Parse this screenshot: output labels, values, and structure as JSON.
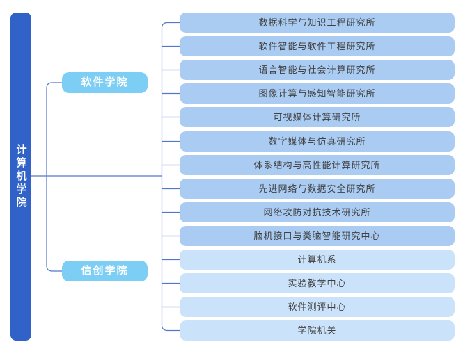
{
  "diagram": {
    "root": "计算机学院",
    "branch_nodes": [
      {
        "label": "软件学院"
      },
      {
        "label": "信创学院"
      }
    ],
    "leaf_nodes": [
      {
        "label": "数据科学与知识工程研究所"
      },
      {
        "label": "软件智能与软件工程研究所"
      },
      {
        "label": "语言智能与社会计算研究所"
      },
      {
        "label": "图像计算与感知智能研究所"
      },
      {
        "label": "可视媒体计算研究所"
      },
      {
        "label": "数字媒体与仿真研究所"
      },
      {
        "label": "体系结构与高性能计算研究所"
      },
      {
        "label": "先进网络与数据安全研究所"
      },
      {
        "label": "网络攻防对抗技术研究所"
      },
      {
        "label": "脑机接口与类脑智能研究中心"
      },
      {
        "label": "计算机系"
      },
      {
        "label": "实验教学中心"
      },
      {
        "label": "软件测评中心"
      },
      {
        "label": "学院机关"
      }
    ],
    "colors": {
      "root": "#3162C8",
      "branch": "#7DCEF4",
      "leaf_primary": "#AACBF2",
      "leaf_secondary": "#CBE3FA",
      "connector": "#5377C9",
      "leaf_text": "#404040",
      "node_text": "#FFFFFF"
    }
  }
}
